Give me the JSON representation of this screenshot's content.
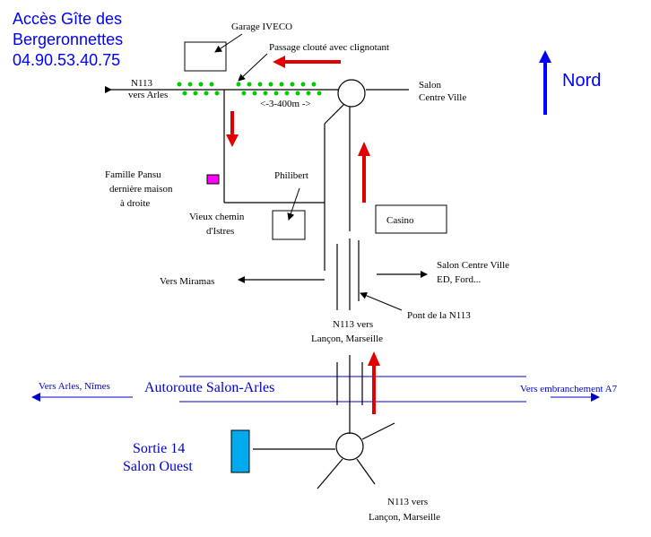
{
  "title": {
    "line1": "Accès Gîte des",
    "line2": "Bergeronnettes",
    "phone": "04.90.53.40.75"
  },
  "north": "Nord",
  "labels": {
    "garage": "Garage IVECO",
    "passage": "Passage clouté avec clignotant",
    "n113_arles_1": "N113",
    "n113_arles_2": "vers Arles",
    "distance": "<-3-400m ->",
    "salon_cv_1": "Salon",
    "salon_cv_2": "Centre Ville",
    "famille_1": "Famille Pansu",
    "famille_2": "dernière maison",
    "famille_3": "à droite",
    "philibert": "Philibert",
    "vieux_1": "Vieux chemin",
    "vieux_2": "d'Istres",
    "casino": "Casino",
    "miramas": "Vers Miramas",
    "salon_ed_1": "Salon Centre Ville",
    "salon_ed_2": "ED, Ford...",
    "pont": "Pont de la N113",
    "n113_lancon_1": "N113 vers",
    "n113_lancon_2": "Lançon, Marseille",
    "arles_nimes": "Vers Arles, Nîmes",
    "autoroute": "Autoroute Salon-Arles",
    "a7": "Vers embranchement A7",
    "sortie_1": "Sortie 14",
    "sortie_2": "Salon Ouest",
    "n113_lancon_b1": "N113 vers",
    "n113_lancon_b2": "Lançon, Marseille"
  },
  "colors": {
    "blue_text": "#0000ff",
    "road_blue": "#0000cc",
    "red_arrow": "#e00000",
    "green_dots": "#00cc00",
    "magenta_box": "#ff00ff",
    "cyan_box": "#00aaee"
  }
}
